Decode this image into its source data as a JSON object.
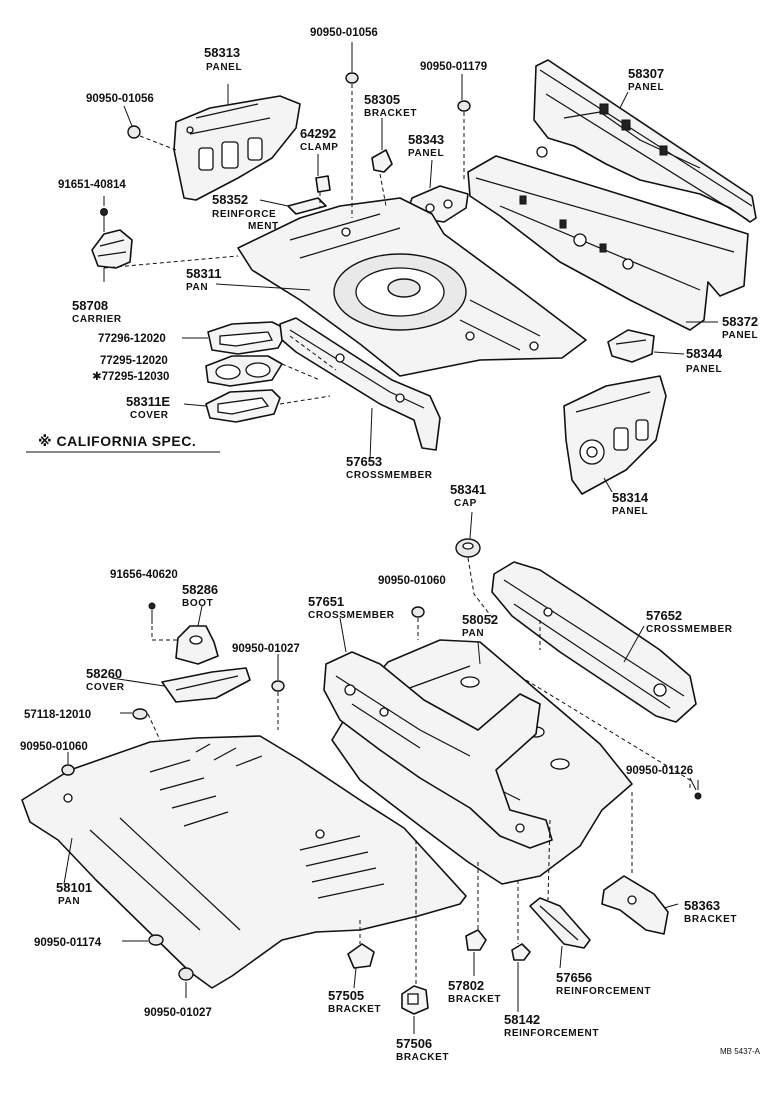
{
  "diagram": {
    "code": "MB 5437-A",
    "note": "※ CALIFORNIA SPEC.",
    "callouts": [
      {
        "num": "58313",
        "name": "PANEL"
      },
      {
        "num": "90950-01056",
        "name": ""
      },
      {
        "num": "90950-01056",
        "name": ""
      },
      {
        "num": "58305",
        "name": "BRACKET"
      },
      {
        "num": "64292",
        "name": "CLAMP"
      },
      {
        "num": "90950-01179",
        "name": ""
      },
      {
        "num": "58343",
        "name": "PANEL"
      },
      {
        "num": "58307",
        "name": "PANEL"
      },
      {
        "num": "91651-40814",
        "name": ""
      },
      {
        "num": "58352",
        "name": "REINFORCE"
      },
      {
        "num": "",
        "name": "MENT"
      },
      {
        "num": "58311",
        "name": "PAN"
      },
      {
        "num": "58708",
        "name": "CARRIER"
      },
      {
        "num": "77296-12020",
        "name": ""
      },
      {
        "num": "77295-12020",
        "name": ""
      },
      {
        "num": "✱77295-12030",
        "name": ""
      },
      {
        "num": "58311E",
        "name": "COVER"
      },
      {
        "num": "58372",
        "name": "PANEL"
      },
      {
        "num": "58344",
        "name": "PANEL"
      },
      {
        "num": "57653",
        "name": "CROSSMEMBER"
      },
      {
        "num": "58314",
        "name": "PANEL"
      },
      {
        "num": "58341",
        "name": "CAP"
      },
      {
        "num": "91656-40620",
        "name": ""
      },
      {
        "num": "58286",
        "name": "BOOT"
      },
      {
        "num": "90950-01060",
        "name": ""
      },
      {
        "num": "57651",
        "name": "CROSSMEMBER"
      },
      {
        "num": "58052",
        "name": "PAN"
      },
      {
        "num": "57652",
        "name": "CROSSMEMBER"
      },
      {
        "num": "90950-01027",
        "name": ""
      },
      {
        "num": "58260",
        "name": "COVER"
      },
      {
        "num": "57118-12010",
        "name": ""
      },
      {
        "num": "90950-01060",
        "name": ""
      },
      {
        "num": "90950-01126",
        "name": ""
      },
      {
        "num": "58101",
        "name": "PAN"
      },
      {
        "num": "58363",
        "name": "BRACKET"
      },
      {
        "num": "90950-01174",
        "name": ""
      },
      {
        "num": "57802",
        "name": "BRACKET"
      },
      {
        "num": "57656",
        "name": "REINFORCEMENT"
      },
      {
        "num": "57505",
        "name": "BRACKET"
      },
      {
        "num": "58142",
        "name": "REINFORCEMENT"
      },
      {
        "num": "90950-01027",
        "name": ""
      },
      {
        "num": "57506",
        "name": "BRACKET"
      }
    ]
  }
}
